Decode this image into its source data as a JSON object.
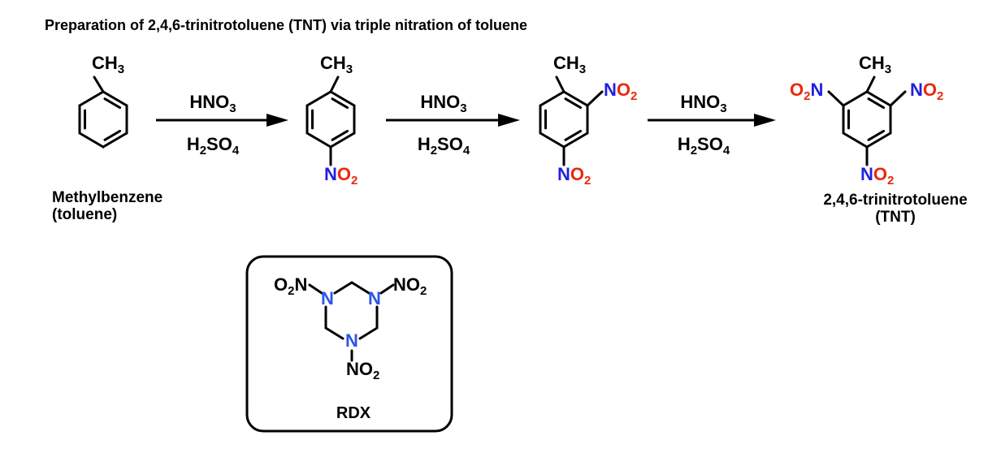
{
  "title": "Preparation of 2,4,6-trinitrotoluene (TNT) via triple nitration of toluene",
  "colors": {
    "black": "#000000",
    "blue": "#2121df",
    "red": "#e8290b",
    "ring_blue": "#2b55e8"
  },
  "formulas": {
    "ch3": [
      {
        "t": "CH"
      },
      {
        "t": "3",
        "sub": true
      }
    ],
    "hno3": [
      {
        "t": "HNO"
      },
      {
        "t": "3",
        "sub": true
      }
    ],
    "h2so4": [
      {
        "t": "H"
      },
      {
        "t": "2",
        "sub": true
      },
      {
        "t": "SO"
      },
      {
        "t": "4",
        "sub": true
      }
    ],
    "no2_colored": [
      {
        "t": "N",
        "c": "blue"
      },
      {
        "t": "O",
        "c": "red"
      },
      {
        "t": "2",
        "sub": true,
        "c": "red"
      }
    ],
    "o2n_colored": [
      {
        "t": "O",
        "c": "red"
      },
      {
        "t": "2",
        "sub": true,
        "c": "red"
      },
      {
        "t": "N",
        "c": "blue"
      }
    ],
    "no2_black": [
      {
        "t": "NO"
      },
      {
        "t": "2",
        "sub": true
      }
    ],
    "o2n_black": [
      {
        "t": "O"
      },
      {
        "t": "2",
        "sub": true
      },
      {
        "t": "N"
      }
    ],
    "n_ring": [
      {
        "t": "N",
        "c": "ring_blue"
      }
    ]
  },
  "labels": {
    "reactant_line1": "Methylbenzene",
    "reactant_line2": "(toluene)",
    "product_line1": "2,4,6-trinitrotoluene",
    "product_line2": "(TNT)",
    "rdx": "RDX"
  }
}
